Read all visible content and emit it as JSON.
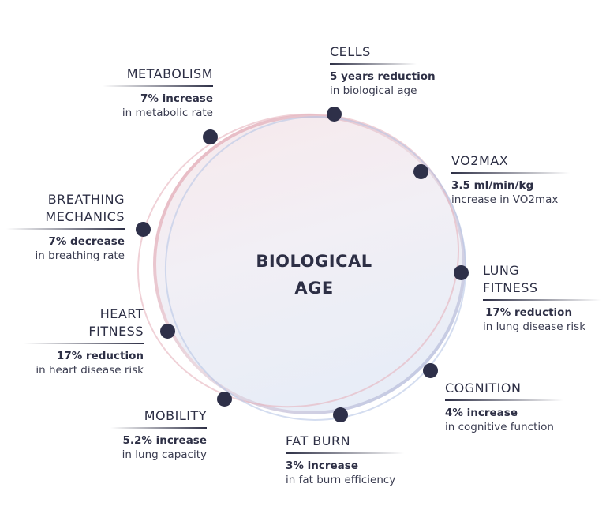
{
  "center": {
    "line1": "BIOLOGICAL",
    "line2": "AGE"
  },
  "colors": {
    "dark": "#2d2f45",
    "pink": "#e8b8c0",
    "blue": "#b8c8e8"
  },
  "items": [
    {
      "title": "CELLS",
      "bold": "5 years reduction",
      "desc": "in biological age"
    },
    {
      "title": "METABOLISM",
      "bold": "7% increase",
      "desc": "in metabolic rate"
    },
    {
      "title": "VO2MAX",
      "bold": "3.5 ml/min/kg",
      "desc": "increase in VO2max"
    },
    {
      "title1": "BREATHING",
      "title2": "MECHANICS",
      "bold": "7% decrease",
      "desc": "in breathing rate"
    },
    {
      "title1": "LUNG",
      "title2": "FITNESS",
      "bold": "17% reduction",
      "desc": "in lung disease risk"
    },
    {
      "title1": "HEART",
      "title2": "FITNESS",
      "bold": "17% reduction",
      "desc": "in heart disease risk"
    },
    {
      "title": "COGNITION",
      "bold": "4% increase",
      "desc": "in cognitive function"
    },
    {
      "title": "MOBILITY",
      "bold": "5.2% increase",
      "desc": "in lung capacity"
    },
    {
      "title": "FAT BURN",
      "bold": "3% increase",
      "desc": "in fat burn efficiency"
    }
  ]
}
